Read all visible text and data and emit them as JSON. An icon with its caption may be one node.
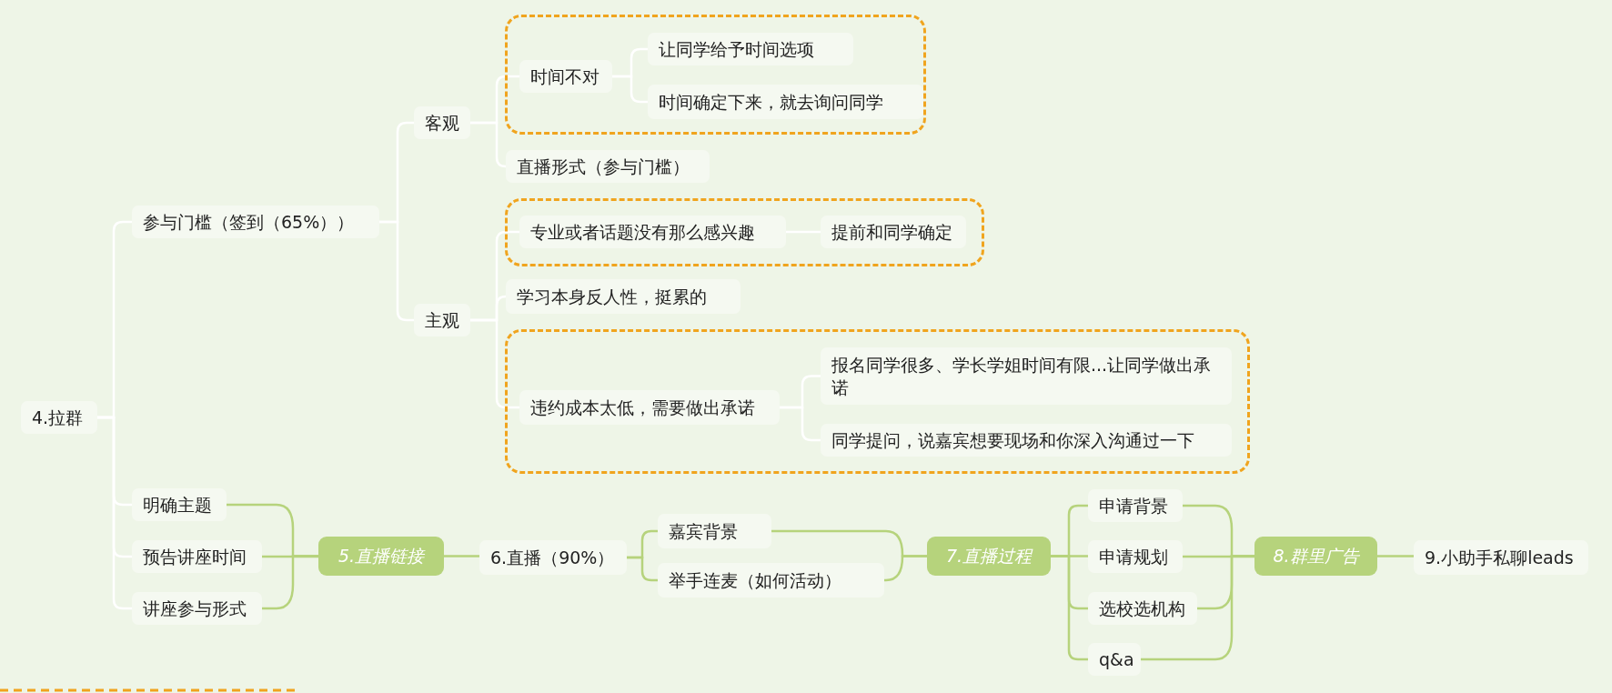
{
  "diagram": {
    "nodes": [
      {
        "text": [
          "4.拉群"
        ]
      },
      {
        "text": [
          "参与门槛（签到（65%））"
        ]
      },
      {
        "text": [
          "客观"
        ]
      },
      {
        "text": [],
        "shape": "box"
      },
      {
        "text": [
          "时间不对"
        ],
        "in": 3
      },
      {
        "text": [
          "让同学给予时间选项"
        ],
        "in": 3
      },
      {
        "text": [
          "时间确定下来，就去询问同学"
        ],
        "in": 3
      },
      {
        "text": [
          "直播形式（参与门槛）"
        ]
      },
      {
        "text": [
          "主观"
        ]
      },
      {
        "text": [],
        "shape": "box"
      },
      {
        "text": [
          "专业或者话题没有那么感兴趣"
        ],
        "in": 9
      },
      {
        "text": [
          "提前和同学确定"
        ],
        "in": 9
      },
      {
        "text": [
          "学习本身反人性，挺累的"
        ]
      },
      {
        "text": [],
        "shape": "box"
      },
      {
        "text": [
          "违约成本太低，需要做出承诺"
        ],
        "in": 13
      },
      {
        "text": [
          "报名同学很多、学长学姐时间有限...让同学做出承诺"
        ],
        "in": 13
      },
      {
        "text": [
          "同学提问，说嘉宾想要现场和你深入沟通过一下"
        ],
        "in": 13
      },
      {
        "text": [
          "明确主题"
        ]
      },
      {
        "text": [
          "预告讲座时间"
        ]
      },
      {
        "text": [
          "讲座参与形式"
        ]
      },
      {
        "text": [
          "5.直播链接"
        ]
      },
      {
        "text": [
          "6.直播（90%）"
        ]
      },
      {
        "text": [
          "嘉宾背景"
        ]
      },
      {
        "text": [
          "举手连麦（如何活动）"
        ]
      },
      {
        "text": [
          "7.直播过程"
        ]
      },
      {
        "text": [
          "申请背景"
        ]
      },
      {
        "text": [
          "申请规划"
        ]
      },
      {
        "text": [
          "选校选机构"
        ]
      },
      {
        "text": [
          "q&a"
        ]
      },
      {
        "text": [
          "8.群里广告"
        ]
      },
      {
        "text": [
          "9.小助手私聊leads"
        ]
      }
    ],
    "edges": [
      {
        "from": 0,
        "to": 1,
        "arrow": "none",
        "color": "#ffffff"
      },
      {
        "from": 0,
        "to": 17,
        "arrow": "none",
        "color": "#ffffff"
      },
      {
        "from": 0,
        "to": 18,
        "arrow": "none",
        "color": "#ffffff"
      },
      {
        "from": 0,
        "to": 19,
        "arrow": "none",
        "color": "#ffffff"
      },
      {
        "from": 1,
        "to": 2,
        "arrow": "none",
        "color": "#ffffff"
      },
      {
        "from": 1,
        "to": 8,
        "arrow": "none",
        "color": "#ffffff"
      },
      {
        "from": 2,
        "to": 4,
        "arrow": "none",
        "color": "#ffffff"
      },
      {
        "from": 2,
        "to": 7,
        "arrow": "none",
        "color": "#ffffff"
      },
      {
        "from": 4,
        "to": 5,
        "arrow": "none",
        "color": "#ffffff"
      },
      {
        "from": 4,
        "to": 6,
        "arrow": "none",
        "color": "#ffffff"
      },
      {
        "from": 8,
        "to": 10,
        "arrow": "none",
        "color": "#ffffff"
      },
      {
        "from": 8,
        "to": 12,
        "arrow": "none",
        "color": "#ffffff"
      },
      {
        "from": 8,
        "to": 14,
        "arrow": "none",
        "color": "#ffffff"
      },
      {
        "from": 10,
        "to": 11,
        "arrow": "none",
        "color": "#ffffff"
      },
      {
        "from": 14,
        "to": 15,
        "arrow": "none",
        "color": "#ffffff"
      },
      {
        "from": 14,
        "to": 16,
        "arrow": "none",
        "color": "#ffffff"
      },
      {
        "from": 17,
        "to": 20,
        "arrow": "none"
      },
      {
        "from": 18,
        "to": 20,
        "arrow": "none"
      },
      {
        "from": 19,
        "to": 20,
        "arrow": "none"
      },
      {
        "from": 20,
        "to": 21,
        "arrow": "none"
      },
      {
        "from": 21,
        "to": 22,
        "arrow": "none"
      },
      {
        "from": 21,
        "to": 23,
        "arrow": "none"
      },
      {
        "from": 22,
        "to": 24,
        "arrow": "none"
      },
      {
        "from": 23,
        "to": 24,
        "arrow": "none"
      },
      {
        "from": 24,
        "to": 25,
        "arrow": "none"
      },
      {
        "from": 24,
        "to": 26,
        "arrow": "none"
      },
      {
        "from": 24,
        "to": 27,
        "arrow": "none"
      },
      {
        "from": 24,
        "to": 28,
        "arrow": "none"
      },
      {
        "from": 25,
        "to": 29,
        "arrow": "none"
      },
      {
        "from": 26,
        "to": 29,
        "arrow": "none"
      },
      {
        "from": 27,
        "to": 29,
        "arrow": "none"
      },
      {
        "from": 28,
        "to": 29,
        "arrow": "none"
      },
      {
        "from": 29,
        "to": 30,
        "arrow": "none"
      }
    ]
  }
}
